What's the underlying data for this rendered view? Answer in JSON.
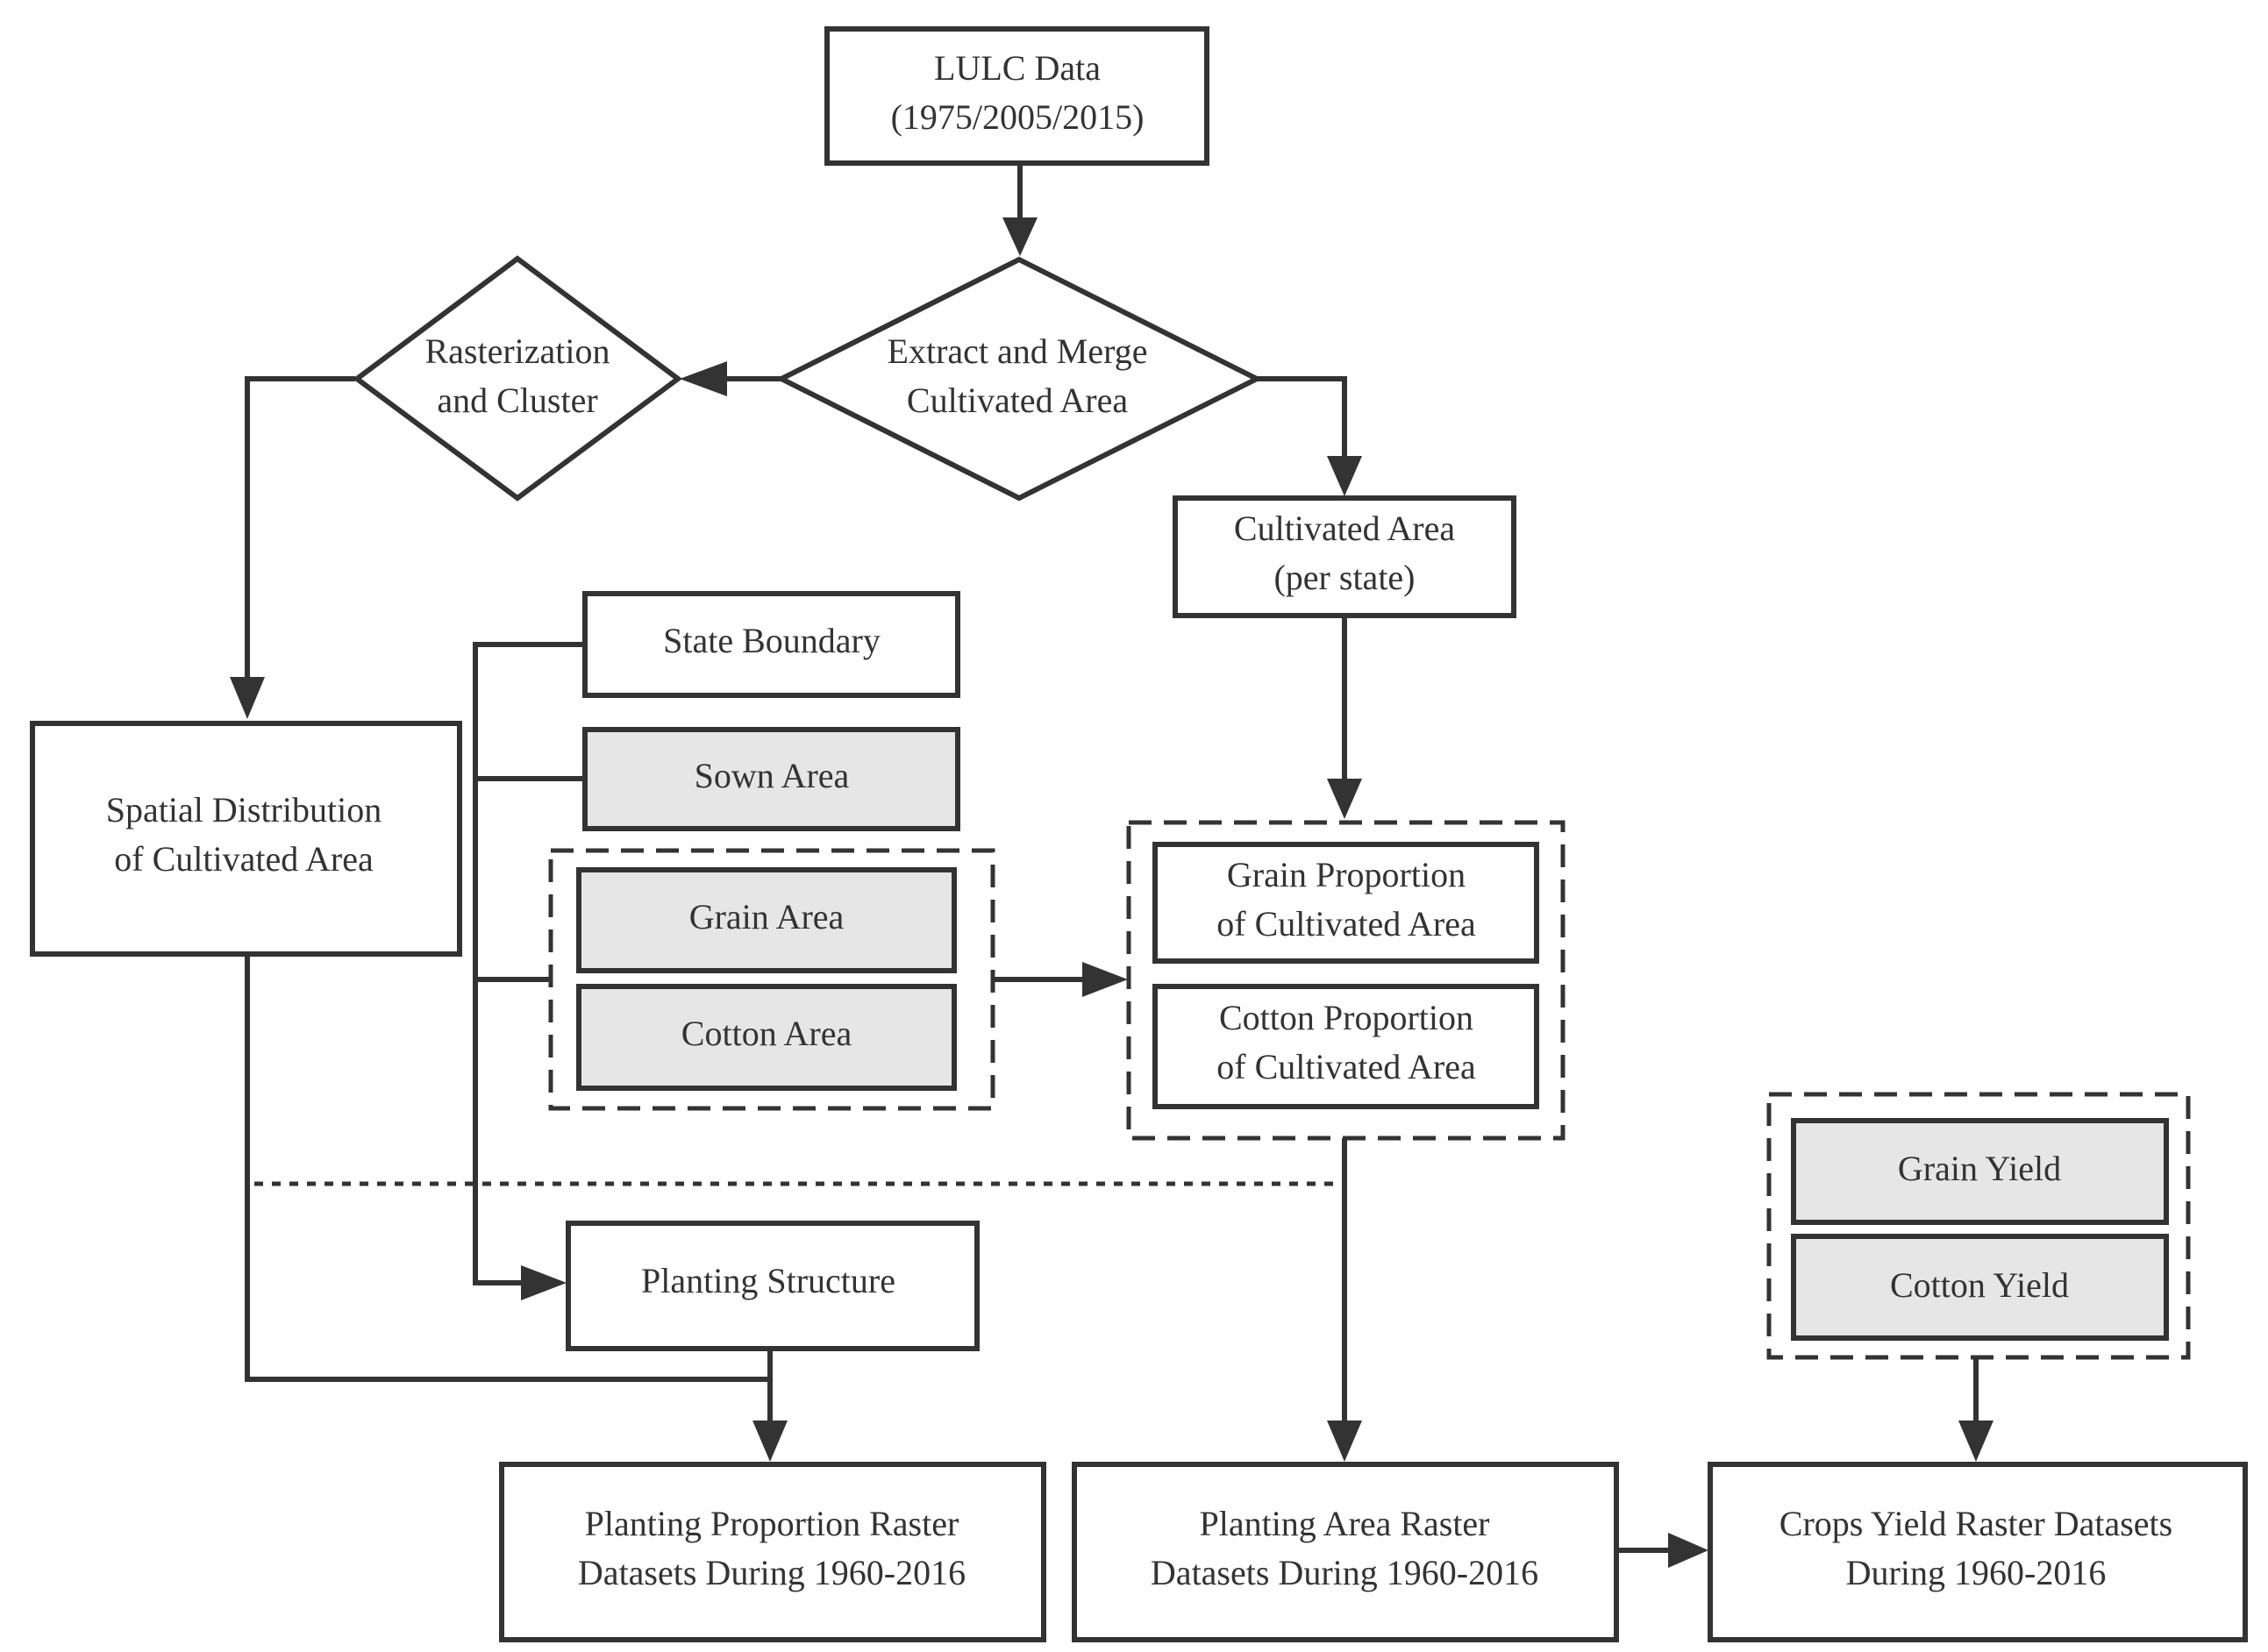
{
  "nodes": {
    "lulc": {
      "lines": [
        "LULC Data",
        "(1975/2005/2015)"
      ]
    },
    "extract": {
      "lines": [
        "Extract and Merge",
        "Cultivated Area"
      ]
    },
    "raster": {
      "lines": [
        "Rasterization",
        "and Cluster"
      ]
    },
    "cult_area": {
      "lines": [
        "Cultivated Area",
        "(per state)"
      ]
    },
    "state_boundary": {
      "lines": [
        "State Boundary"
      ]
    },
    "sown_area": {
      "lines": [
        "Sown Area"
      ]
    },
    "grain_area": {
      "lines": [
        "Grain Area"
      ]
    },
    "cotton_area": {
      "lines": [
        "Cotton Area"
      ]
    },
    "spatial": {
      "lines": [
        "Spatial Distribution",
        "of Cultivated Area"
      ]
    },
    "grain_prop": {
      "lines": [
        "Grain Proportion",
        "of  Cultivated Area"
      ]
    },
    "cotton_prop": {
      "lines": [
        "Cotton Proportion",
        "of  Cultivated Area"
      ]
    },
    "grain_yield": {
      "lines": [
        "Grain Yield"
      ]
    },
    "cotton_yield": {
      "lines": [
        "Cotton Yield"
      ]
    },
    "planting_structure": {
      "lines": [
        "Planting Structure"
      ]
    },
    "ppr": {
      "lines": [
        "Planting  Proportion Raster",
        "Datasets During 1960-2016"
      ]
    },
    "par": {
      "lines": [
        "Planting  Area Raster",
        "Datasets During 1960-2016"
      ]
    },
    "cyr": {
      "lines": [
        "Crops Yield  Raster Datasets",
        "During 1960-2016"
      ]
    }
  },
  "colors": {
    "stroke": "#333333",
    "input_fill": "#e6e6e6",
    "background": "#ffffff"
  }
}
